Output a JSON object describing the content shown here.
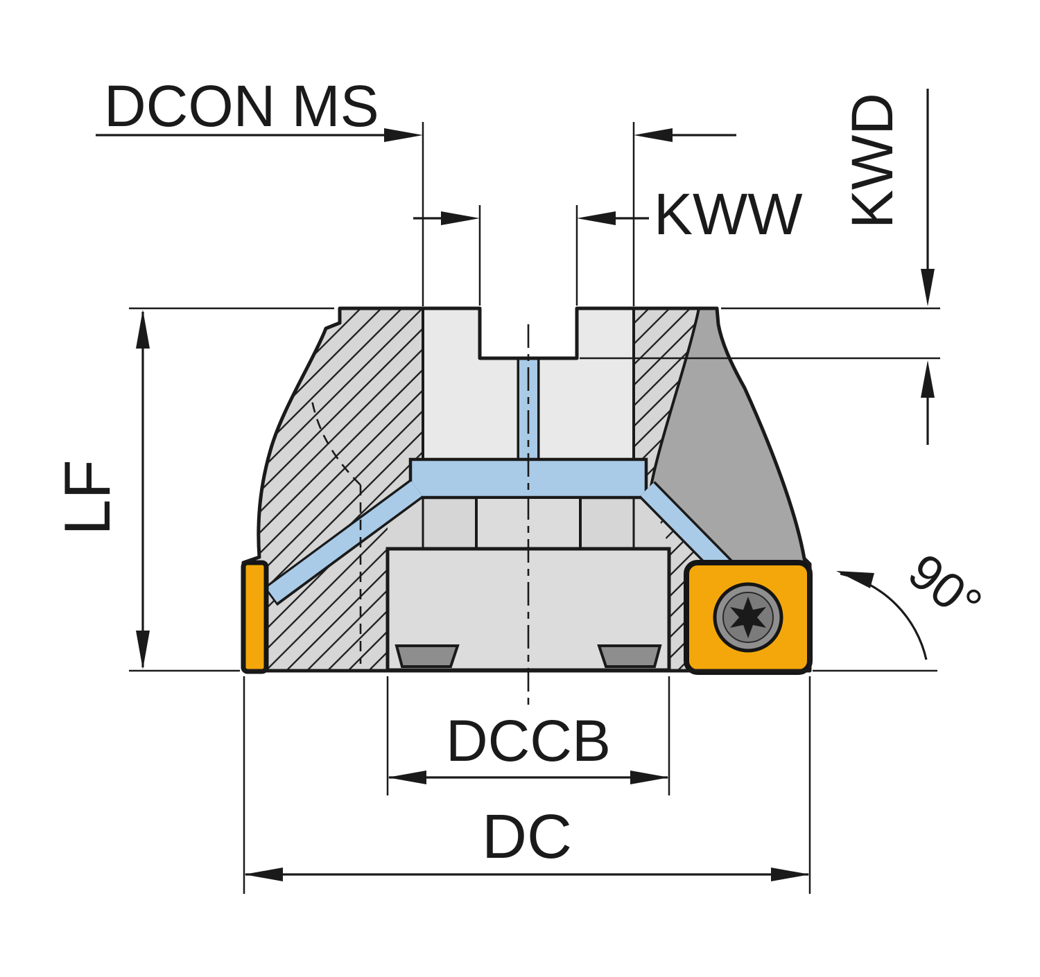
{
  "diagram": {
    "labels": {
      "dcon_ms": "DCON MS",
      "kww": "KWW",
      "kwd": "KWD",
      "lf": "LF",
      "dccb": "DCCB",
      "dc": "DC",
      "angle": "90°"
    },
    "colors": {
      "line": "#1a1a1a",
      "body_light": "#d6d6d6",
      "body_cavity": "#e9e9e9",
      "pocket_gray": "#a6a6a6",
      "cylinder": "#dcdcdc",
      "insert_yellow": "#f4a70a",
      "coolant_blue": "#a9cbe8",
      "screw_gray": "#8f8f8f",
      "background": "#ffffff"
    }
  }
}
